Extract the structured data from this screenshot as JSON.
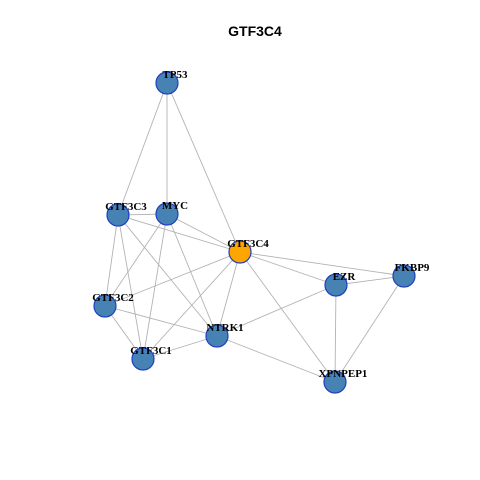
{
  "title": "GTF3C4",
  "colors": {
    "node_fill": "#4682b4",
    "node_stroke": "#1f3fbf",
    "highlight_fill": "#ffa500",
    "edge": "#b3b3b3"
  },
  "nodes": [
    {
      "id": "TP53",
      "label": "TP53",
      "highlight": false
    },
    {
      "id": "GTF3C3",
      "label": "GTF3C3",
      "highlight": false
    },
    {
      "id": "MYC",
      "label": "MYC",
      "highlight": false
    },
    {
      "id": "GTF3C4",
      "label": "GTF3C4",
      "highlight": true
    },
    {
      "id": "FKBP9",
      "label": "FKBP9",
      "highlight": false
    },
    {
      "id": "EZR",
      "label": "EZR",
      "highlight": false
    },
    {
      "id": "GTF3C2",
      "label": "GTF3C2",
      "highlight": false
    },
    {
      "id": "NTRK1",
      "label": "NTRK1",
      "highlight": false
    },
    {
      "id": "GTF3C1",
      "label": "GTF3C1",
      "highlight": false
    },
    {
      "id": "XPNPEP1",
      "label": "XPNPEP1",
      "highlight": false
    }
  ],
  "edges": [
    [
      "TP53",
      "GTF3C3"
    ],
    [
      "TP53",
      "MYC"
    ],
    [
      "TP53",
      "GTF3C4"
    ],
    [
      "GTF3C3",
      "MYC"
    ],
    [
      "GTF3C3",
      "GTF3C4"
    ],
    [
      "GTF3C3",
      "GTF3C2"
    ],
    [
      "GTF3C3",
      "GTF3C1"
    ],
    [
      "GTF3C3",
      "NTRK1"
    ],
    [
      "MYC",
      "GTF3C4"
    ],
    [
      "MYC",
      "GTF3C2"
    ],
    [
      "MYC",
      "GTF3C1"
    ],
    [
      "MYC",
      "NTRK1"
    ],
    [
      "GTF3C4",
      "GTF3C2"
    ],
    [
      "GTF3C4",
      "GTF3C1"
    ],
    [
      "GTF3C4",
      "NTRK1"
    ],
    [
      "GTF3C4",
      "EZR"
    ],
    [
      "GTF3C4",
      "FKBP9"
    ],
    [
      "GTF3C4",
      "XPNPEP1"
    ],
    [
      "GTF3C2",
      "GTF3C1"
    ],
    [
      "GTF3C2",
      "NTRK1"
    ],
    [
      "GTF3C1",
      "NTRK1"
    ],
    [
      "NTRK1",
      "EZR"
    ],
    [
      "NTRK1",
      "XPNPEP1"
    ],
    [
      "EZR",
      "FKBP9"
    ],
    [
      "EZR",
      "XPNPEP1"
    ],
    [
      "FKBP9",
      "XPNPEP1"
    ]
  ]
}
